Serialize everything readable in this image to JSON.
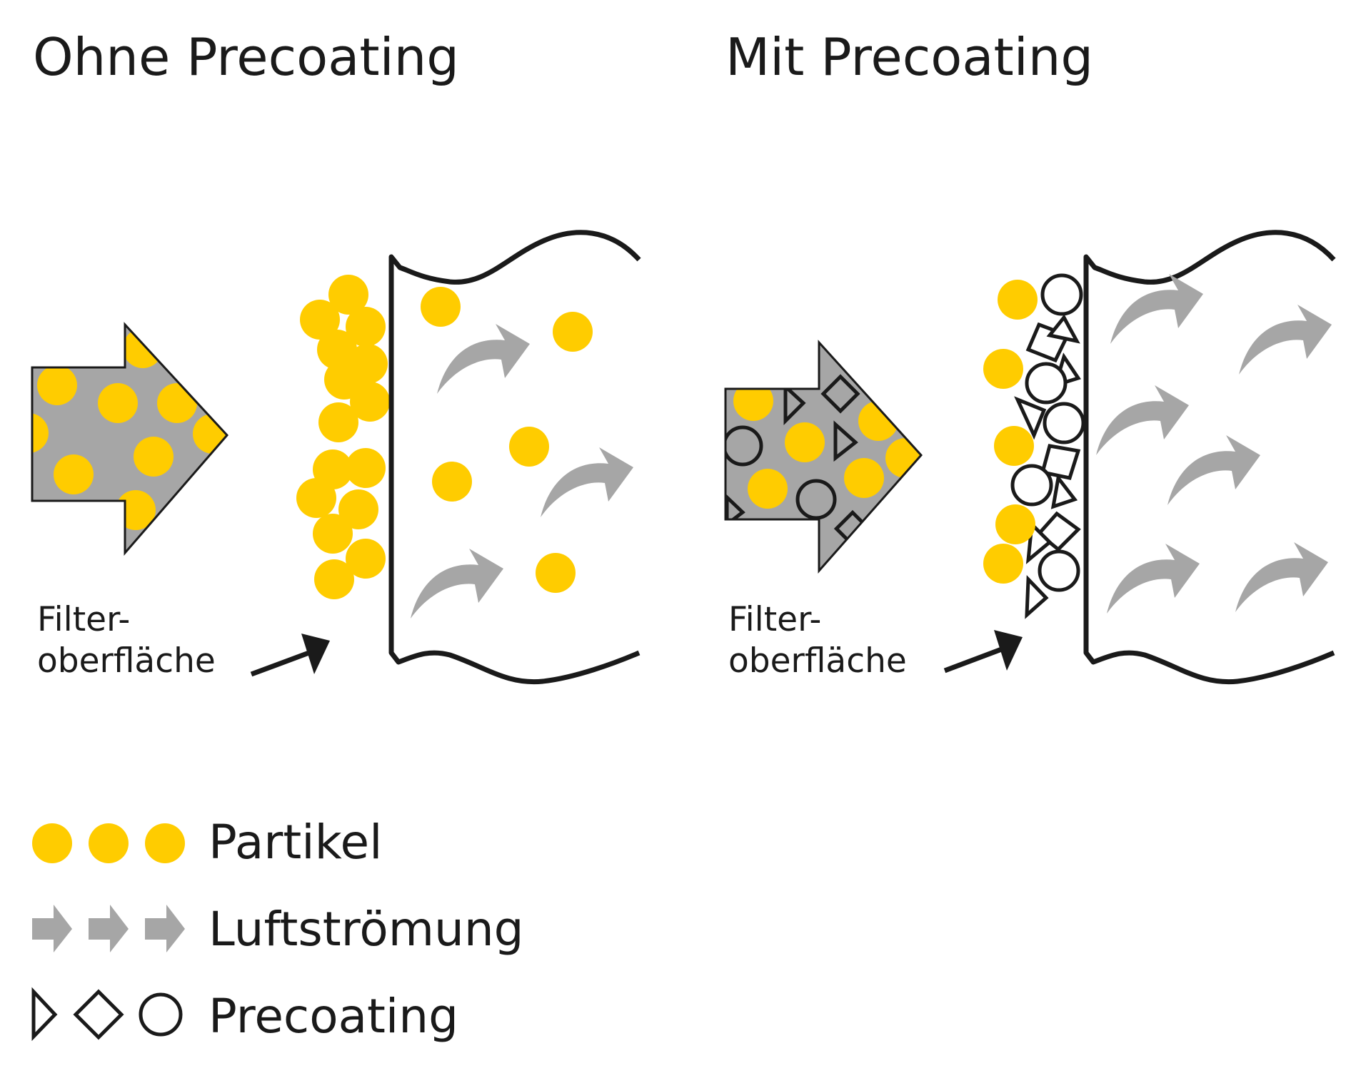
{
  "panels": {
    "left": {
      "title": "Ohne Precoating",
      "filter_label_line1": "Filter-",
      "filter_label_line2": "oberfläche"
    },
    "right": {
      "title": "Mit Precoating",
      "filter_label_line1": "Filter-",
      "filter_label_line2": "oberfläche"
    }
  },
  "legend": {
    "particles": "Partikel",
    "airflow": "Luftströmung",
    "precoating": "Precoating"
  },
  "colors": {
    "particle": "#ffcc00",
    "airflow": "#a6a6a6",
    "outline": "#1a1a1a",
    "background": "#ffffff"
  }
}
